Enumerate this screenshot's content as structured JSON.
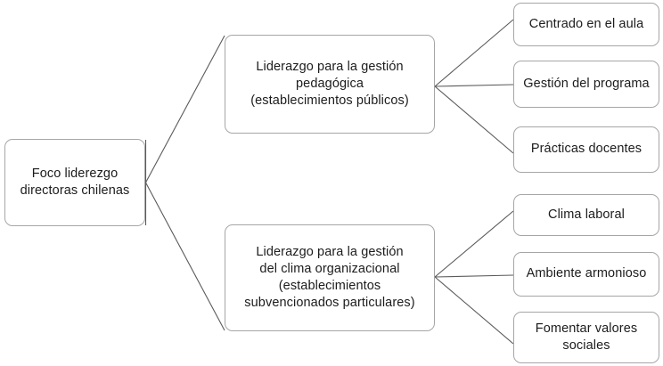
{
  "diagram": {
    "type": "tree-diagram",
    "orientation": "left-to-right",
    "colors": {
      "node_border": "#a6a6a6",
      "node_fill": "#ffffff",
      "connector": "#5a5a5a",
      "text": "#1c1c1c",
      "background": "#ffffff"
    },
    "root": {
      "label": "Foco liderezgo\ndirectoras chilenas"
    },
    "branches": [
      {
        "id": "pedagogica",
        "label": "Liderazgo para la gestión\npedagógica\n(establecimientos públicos)",
        "leaves": [
          {
            "id": "centrado-aula",
            "label": "Centrado en el aula"
          },
          {
            "id": "gestion-programa",
            "label": "Gestión del programa"
          },
          {
            "id": "practicas-docentes",
            "label": "Prácticas docentes"
          }
        ]
      },
      {
        "id": "clima",
        "label": "Liderazgo para la gestión\ndel clima organizacional\n(establecimientos\nsubvencionados particulares)",
        "leaves": [
          {
            "id": "clima-laboral",
            "label": "Clima laboral"
          },
          {
            "id": "ambiente-armonioso",
            "label": "Ambiente armonioso"
          },
          {
            "id": "fomentar-valores",
            "label": "Fomentar valores\nsociales"
          }
        ]
      }
    ]
  }
}
